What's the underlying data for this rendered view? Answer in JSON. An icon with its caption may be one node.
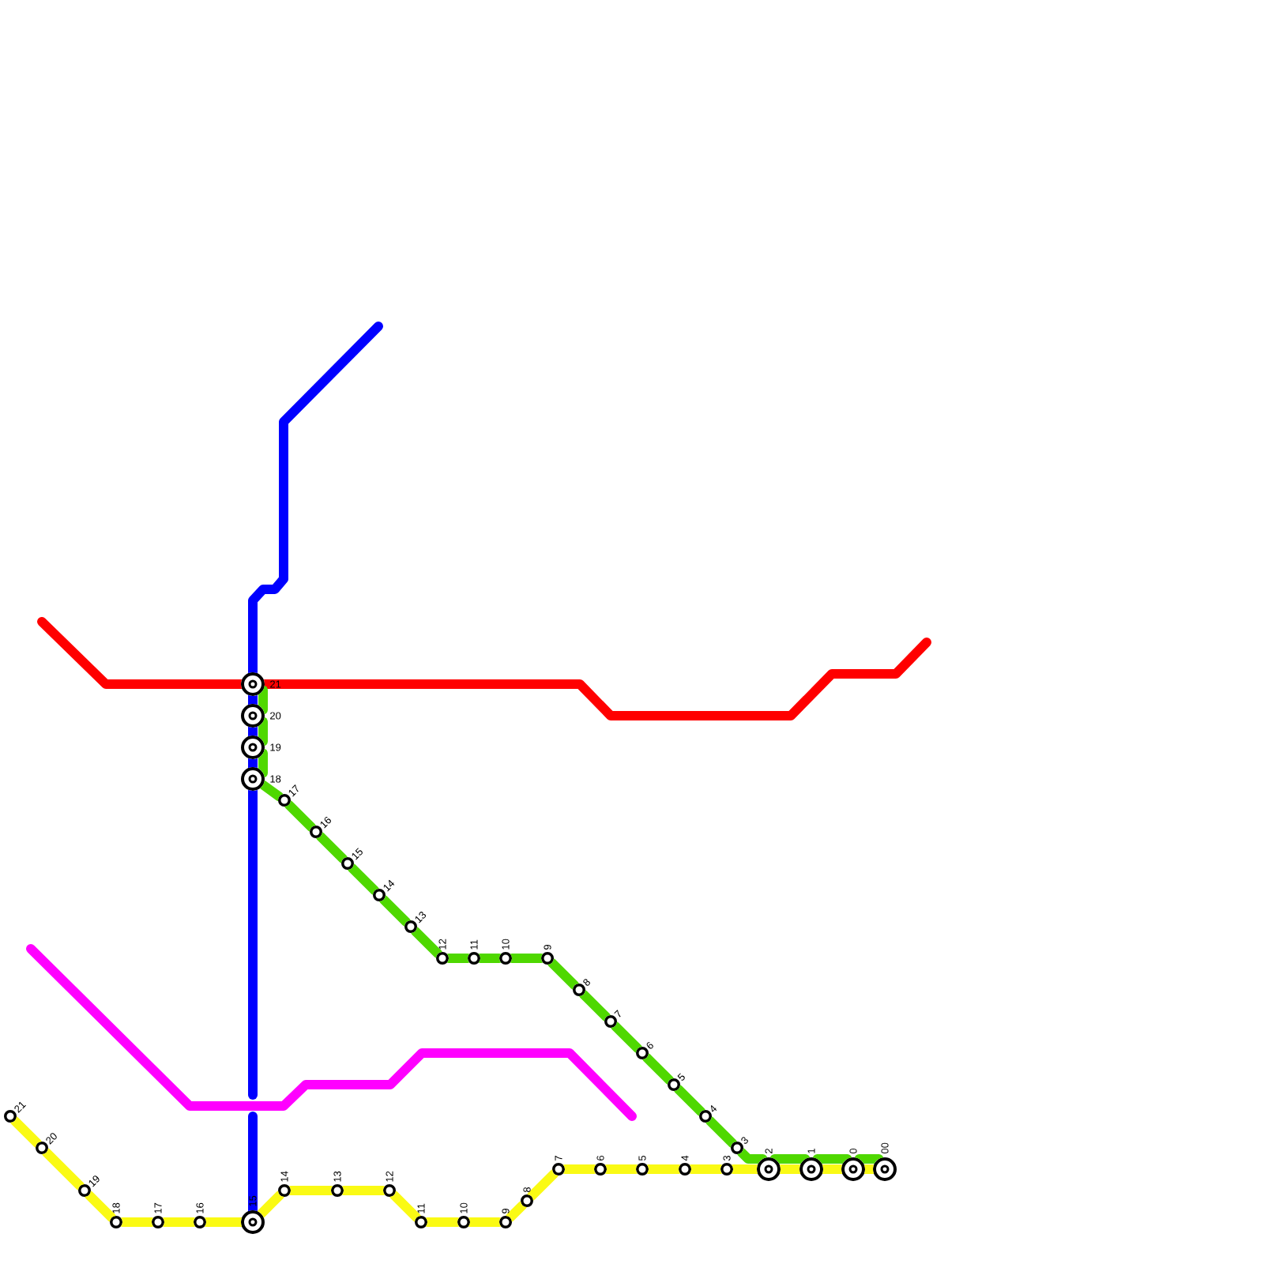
{
  "diagram": {
    "nodes": [
      {
        "text": [],
        "shape": "target",
        "beside": [
          "21"
        ]
      },
      {
        "text": [],
        "shape": "target",
        "beside": [
          "20"
        ]
      },
      {
        "text": [],
        "shape": "target",
        "beside": [
          "19"
        ]
      },
      {
        "text": [],
        "shape": "target",
        "beside": [
          "18"
        ]
      },
      {
        "text": [],
        "shape": "circle",
        "beside": [
          "17"
        ]
      },
      {
        "text": [],
        "shape": "circle",
        "beside": [
          "16"
        ]
      },
      {
        "text": [],
        "shape": "circle",
        "beside": [
          "15"
        ]
      },
      {
        "text": [],
        "shape": "circle",
        "beside": [
          "14"
        ]
      },
      {
        "text": [],
        "shape": "circle",
        "beside": [
          "13"
        ]
      },
      {
        "text": [],
        "shape": "circle",
        "beside": [
          "12"
        ]
      },
      {
        "text": [],
        "shape": "circle",
        "beside": [
          "11"
        ]
      },
      {
        "text": [],
        "shape": "circle",
        "beside": [
          "10"
        ]
      },
      {
        "text": [],
        "shape": "circle",
        "beside": [
          "9"
        ]
      },
      {
        "text": [],
        "shape": "circle",
        "beside": [
          "8"
        ]
      },
      {
        "text": [],
        "shape": "circle",
        "beside": [
          "7"
        ]
      },
      {
        "text": [],
        "shape": "circle",
        "beside": [
          "6"
        ]
      },
      {
        "text": [],
        "shape": "circle",
        "beside": [
          "5"
        ]
      },
      {
        "text": [],
        "shape": "circle",
        "beside": [
          "4"
        ]
      },
      {
        "text": [],
        "shape": "circle",
        "beside": [
          "3"
        ]
      },
      {
        "text": [],
        "shape": "target",
        "beside": [
          "2"
        ]
      },
      {
        "text": [],
        "shape": "target",
        "beside": [
          "1"
        ]
      },
      {
        "text": [],
        "shape": "target",
        "beside": [
          "0"
        ]
      },
      {
        "text": [],
        "shape": "target",
        "beside": [
          "00"
        ]
      },
      {
        "text": [],
        "shape": "circle",
        "beside": [
          "21"
        ]
      },
      {
        "text": [],
        "shape": "circle",
        "beside": [
          "20"
        ]
      },
      {
        "text": [],
        "shape": "circle",
        "beside": [
          "19"
        ]
      },
      {
        "text": [],
        "shape": "circle",
        "beside": [
          "18"
        ]
      },
      {
        "text": [],
        "shape": "circle",
        "beside": [
          "17"
        ]
      },
      {
        "text": [],
        "shape": "circle",
        "beside": [
          "16"
        ]
      },
      {
        "text": [],
        "shape": "target",
        "beside": [
          "15"
        ]
      },
      {
        "text": [],
        "shape": "circle",
        "beside": [
          "14"
        ]
      },
      {
        "text": [],
        "shape": "circle",
        "beside": [
          "13"
        ]
      },
      {
        "text": [],
        "shape": "circle",
        "beside": [
          "12"
        ]
      },
      {
        "text": [],
        "shape": "circle",
        "beside": [
          "11"
        ]
      },
      {
        "text": [],
        "shape": "circle",
        "beside": [
          "10"
        ]
      },
      {
        "text": [],
        "shape": "circle",
        "beside": [
          "9"
        ]
      },
      {
        "text": [],
        "shape": "circle",
        "beside": [
          "8"
        ]
      },
      {
        "text": [],
        "shape": "circle",
        "beside": [
          "7"
        ]
      },
      {
        "text": [],
        "shape": "circle",
        "beside": [
          "6"
        ]
      },
      {
        "text": [],
        "shape": "circle",
        "beside": [
          "5"
        ]
      },
      {
        "text": [],
        "shape": "circle",
        "beside": [
          "4"
        ]
      },
      {
        "text": [],
        "shape": "circle",
        "beside": [
          "3"
        ]
      }
    ],
    "edges": [
      {
        "from": null,
        "to": 0,
        "arrow": "none",
        "color": "#ff0000"
      },
      {
        "from": 0,
        "to": null,
        "arrow": "none",
        "color": "#ff0000"
      },
      {
        "from": null,
        "to": 0,
        "arrow": "none",
        "color": "#0000ff"
      },
      {
        "from": 0,
        "to": 1,
        "arrow": "none",
        "color": "#0000ff"
      },
      {
        "from": 1,
        "to": 2,
        "arrow": "none",
        "color": "#0000ff"
      },
      {
        "from": 2,
        "to": 3,
        "arrow": "none",
        "color": "#0000ff"
      },
      {
        "from": 3,
        "to": null,
        "arrow": "none",
        "color": "#0000ff"
      },
      {
        "from": null,
        "to": 29,
        "arrow": "none",
        "color": "#0000ff"
      },
      {
        "from": 0,
        "to": 1,
        "arrow": "none",
        "color": "#4fd800"
      },
      {
        "from": 1,
        "to": 2,
        "arrow": "none",
        "color": "#4fd800"
      },
      {
        "from": 2,
        "to": 3,
        "arrow": "none",
        "color": "#4fd800"
      },
      {
        "from": 3,
        "to": 4,
        "arrow": "none",
        "color": "#4fd800"
      },
      {
        "from": 4,
        "to": 5,
        "arrow": "none",
        "color": "#4fd800"
      },
      {
        "from": 5,
        "to": 6,
        "arrow": "none",
        "color": "#4fd800"
      },
      {
        "from": 6,
        "to": 7,
        "arrow": "none",
        "color": "#4fd800"
      },
      {
        "from": 7,
        "to": 8,
        "arrow": "none",
        "color": "#4fd800"
      },
      {
        "from": 8,
        "to": 9,
        "arrow": "none",
        "color": "#4fd800"
      },
      {
        "from": 9,
        "to": 10,
        "arrow": "none",
        "color": "#4fd800"
      },
      {
        "from": 10,
        "to": 11,
        "arrow": "none",
        "color": "#4fd800"
      },
      {
        "from": 11,
        "to": 12,
        "arrow": "none",
        "color": "#4fd800"
      },
      {
        "from": 12,
        "to": 13,
        "arrow": "none",
        "color": "#4fd800"
      },
      {
        "from": 13,
        "to": 14,
        "arrow": "none",
        "color": "#4fd800"
      },
      {
        "from": 14,
        "to": 15,
        "arrow": "none",
        "color": "#4fd800"
      },
      {
        "from": 15,
        "to": 16,
        "arrow": "none",
        "color": "#4fd800"
      },
      {
        "from": 16,
        "to": 17,
        "arrow": "none",
        "color": "#4fd800"
      },
      {
        "from": 17,
        "to": 18,
        "arrow": "none",
        "color": "#4fd800"
      },
      {
        "from": 18,
        "to": 19,
        "arrow": "none",
        "color": "#4fd800"
      },
      {
        "from": 19,
        "to": 20,
        "arrow": "none",
        "color": "#4fd800"
      },
      {
        "from": 20,
        "to": 21,
        "arrow": "none",
        "color": "#4fd800"
      },
      {
        "from": 21,
        "to": 22,
        "arrow": "none",
        "color": "#4fd800"
      },
      {
        "from": 23,
        "to": 24,
        "arrow": "none",
        "color": "#fafa14"
      },
      {
        "from": 24,
        "to": 25,
        "arrow": "none",
        "color": "#fafa14"
      },
      {
        "from": 25,
        "to": 26,
        "arrow": "none",
        "color": "#fafa14"
      },
      {
        "from": 26,
        "to": 27,
        "arrow": "none",
        "color": "#fafa14"
      },
      {
        "from": 27,
        "to": 28,
        "arrow": "none",
        "color": "#fafa14"
      },
      {
        "from": 28,
        "to": 29,
        "arrow": "none",
        "color": "#fafa14"
      },
      {
        "from": 29,
        "to": 30,
        "arrow": "none",
        "color": "#fafa14"
      },
      {
        "from": 30,
        "to": 31,
        "arrow": "none",
        "color": "#fafa14"
      },
      {
        "from": 31,
        "to": 32,
        "arrow": "none",
        "color": "#fafa14"
      },
      {
        "from": 32,
        "to": 33,
        "arrow": "none",
        "color": "#fafa14"
      },
      {
        "from": 33,
        "to": 34,
        "arrow": "none",
        "color": "#fafa14"
      },
      {
        "from": 34,
        "to": 35,
        "arrow": "none",
        "color": "#fafa14"
      },
      {
        "from": 35,
        "to": 36,
        "arrow": "none",
        "color": "#fafa14"
      },
      {
        "from": 36,
        "to": 37,
        "arrow": "none",
        "color": "#fafa14"
      },
      {
        "from": 37,
        "to": 38,
        "arrow": "none",
        "color": "#fafa14"
      },
      {
        "from": 38,
        "to": 39,
        "arrow": "none",
        "color": "#fafa14"
      },
      {
        "from": 39,
        "to": 40,
        "arrow": "none",
        "color": "#fafa14"
      },
      {
        "from": 40,
        "to": 41,
        "arrow": "none",
        "color": "#fafa14"
      },
      {
        "from": 41,
        "to": 19,
        "arrow": "none",
        "color": "#fafa14"
      },
      {
        "from": 19,
        "to": 20,
        "arrow": "none",
        "color": "#fafa14"
      },
      {
        "from": 20,
        "to": 21,
        "arrow": "none",
        "color": "#fafa14"
      },
      {
        "from": 21,
        "to": 22,
        "arrow": "none",
        "color": "#fafa14"
      }
    ]
  }
}
